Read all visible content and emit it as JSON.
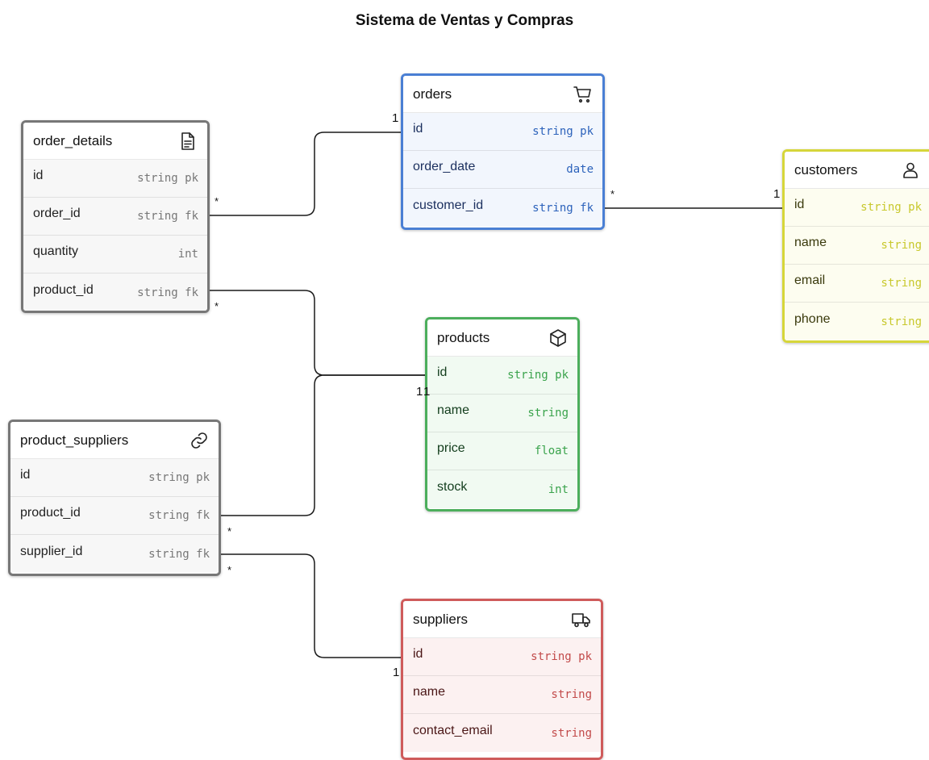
{
  "title": "Sistema de Ventas y Compras",
  "entities": {
    "orders": {
      "name": "orders",
      "icon": "shopping-cart-icon",
      "border": "#4a7fd4",
      "body_bg": "#f2f6fd",
      "name_color": "#1b2f5e",
      "type_color": "#2c62bb",
      "rows": [
        {
          "name": "id",
          "type": "string pk"
        },
        {
          "name": "order_date",
          "type": "date"
        },
        {
          "name": "customer_id",
          "type": "string fk"
        }
      ]
    },
    "order_details": {
      "name": "order_details",
      "icon": "document-icon",
      "border": "#777777",
      "body_bg": "#f7f7f7",
      "name_color": "#222222",
      "type_color": "#777777",
      "rows": [
        {
          "name": "id",
          "type": "string pk"
        },
        {
          "name": "order_id",
          "type": "string fk"
        },
        {
          "name": "quantity",
          "type": "int"
        },
        {
          "name": "product_id",
          "type": "string fk"
        }
      ]
    },
    "customers": {
      "name": "customers",
      "icon": "user-icon",
      "border": "#d6d63a",
      "body_bg": "#fdfdf0",
      "name_color": "#3a3a0c",
      "type_color": "#c8c82c",
      "rows": [
        {
          "name": "id",
          "type": "string pk"
        },
        {
          "name": "name",
          "type": "string"
        },
        {
          "name": "email",
          "type": "string"
        },
        {
          "name": "phone",
          "type": "string"
        }
      ]
    },
    "products": {
      "name": "products",
      "icon": "box-icon",
      "border": "#4cae5c",
      "body_bg": "#f1faf2",
      "name_color": "#123d1c",
      "type_color": "#3aa34c",
      "rows": [
        {
          "name": "id",
          "type": "string pk"
        },
        {
          "name": "name",
          "type": "string"
        },
        {
          "name": "price",
          "type": "float"
        },
        {
          "name": "stock",
          "type": "int"
        }
      ]
    },
    "product_suppliers": {
      "name": "product_suppliers",
      "icon": "link-icon",
      "border": "#777777",
      "body_bg": "#f7f7f7",
      "name_color": "#222222",
      "type_color": "#777777",
      "rows": [
        {
          "name": "id",
          "type": "string pk"
        },
        {
          "name": "product_id",
          "type": "string fk"
        },
        {
          "name": "supplier_id",
          "type": "string fk"
        }
      ]
    },
    "suppliers": {
      "name": "suppliers",
      "icon": "truck-icon",
      "border": "#cf5b5b",
      "body_bg": "#fcf1f1",
      "name_color": "#4a1616",
      "type_color": "#c24a4a",
      "rows": [
        {
          "name": "id",
          "type": "string pk"
        },
        {
          "name": "name",
          "type": "string"
        },
        {
          "name": "contact_email",
          "type": "string"
        }
      ]
    }
  },
  "cardinality": {
    "one": "1",
    "many": "*"
  }
}
